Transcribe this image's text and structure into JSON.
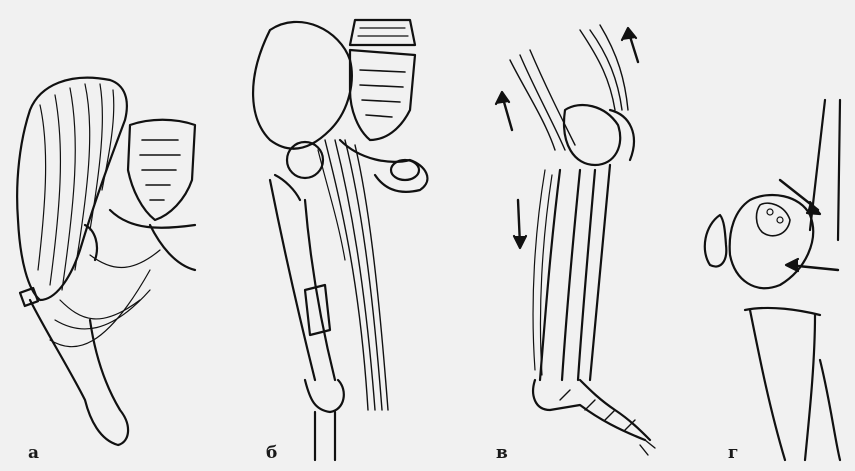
{
  "figure": {
    "panels": [
      {
        "id": "a",
        "label": "а"
      },
      {
        "id": "b",
        "label": "б"
      },
      {
        "id": "c",
        "label": "в"
      },
      {
        "id": "d",
        "label": "г"
      }
    ]
  }
}
